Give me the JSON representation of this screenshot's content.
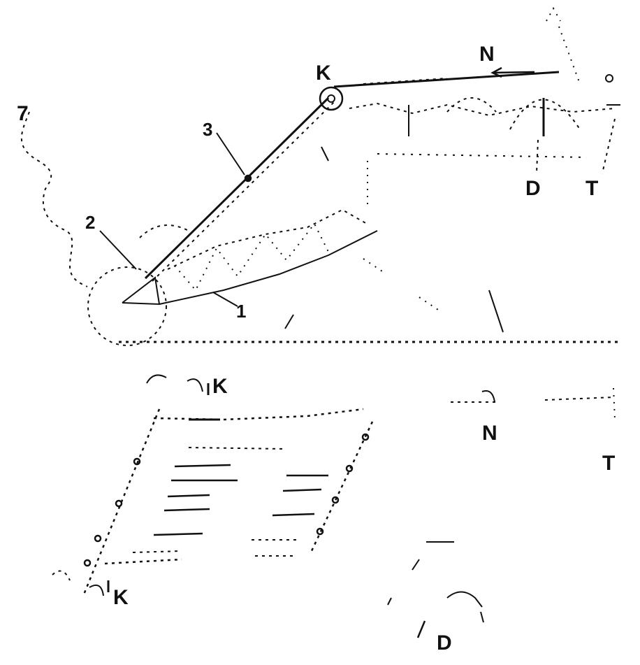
{
  "labels": {
    "k_top": "K",
    "n_top": "N",
    "d_top": "D",
    "t_top": "T",
    "num_3": "3",
    "num_2": "2",
    "num_1": "1",
    "num_7": "7",
    "k_mid": "K",
    "n_mid": "N",
    "t_mid": "T",
    "k_bottom": "K",
    "d_bottom": "D"
  },
  "colors": {
    "ink": "#111111",
    "background": "#ffffff"
  }
}
